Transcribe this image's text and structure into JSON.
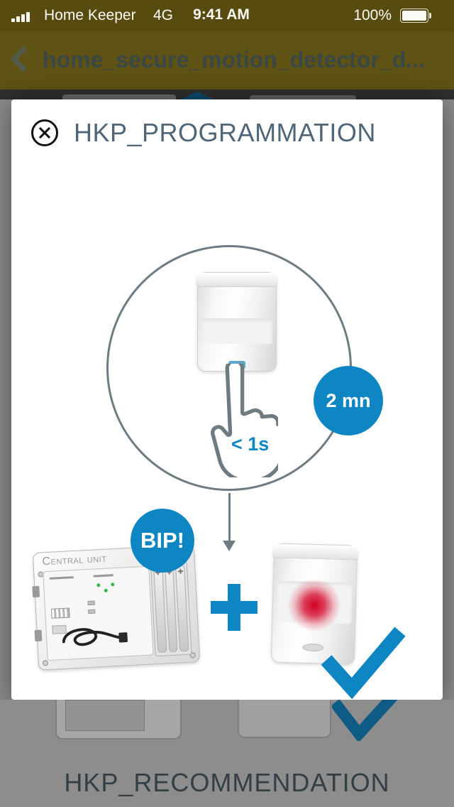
{
  "status_bar": {
    "carrier": "Home Keeper",
    "network": "4G",
    "time": "9:41 AM",
    "battery_percent": "100%"
  },
  "nav_bar": {
    "title": "home_secure_motion_detector_d..."
  },
  "modal": {
    "title": "HKP_PROGRAMMATION",
    "duration_badge": "2 mn",
    "press_duration": "< 1s",
    "bip_badge": "BIP!",
    "central_unit_label": "Central unit"
  },
  "page_behind": {
    "recommendation_title": "HKP_RECOMMENDATION"
  },
  "colors": {
    "accent_blue": "#0e86c3",
    "slate_outline": "#6d7b82",
    "title_slate": "#4e6678",
    "alert_red": "#d40024",
    "status_bar_bg": "#574b10",
    "dim_background": "#8d8d8d"
  }
}
